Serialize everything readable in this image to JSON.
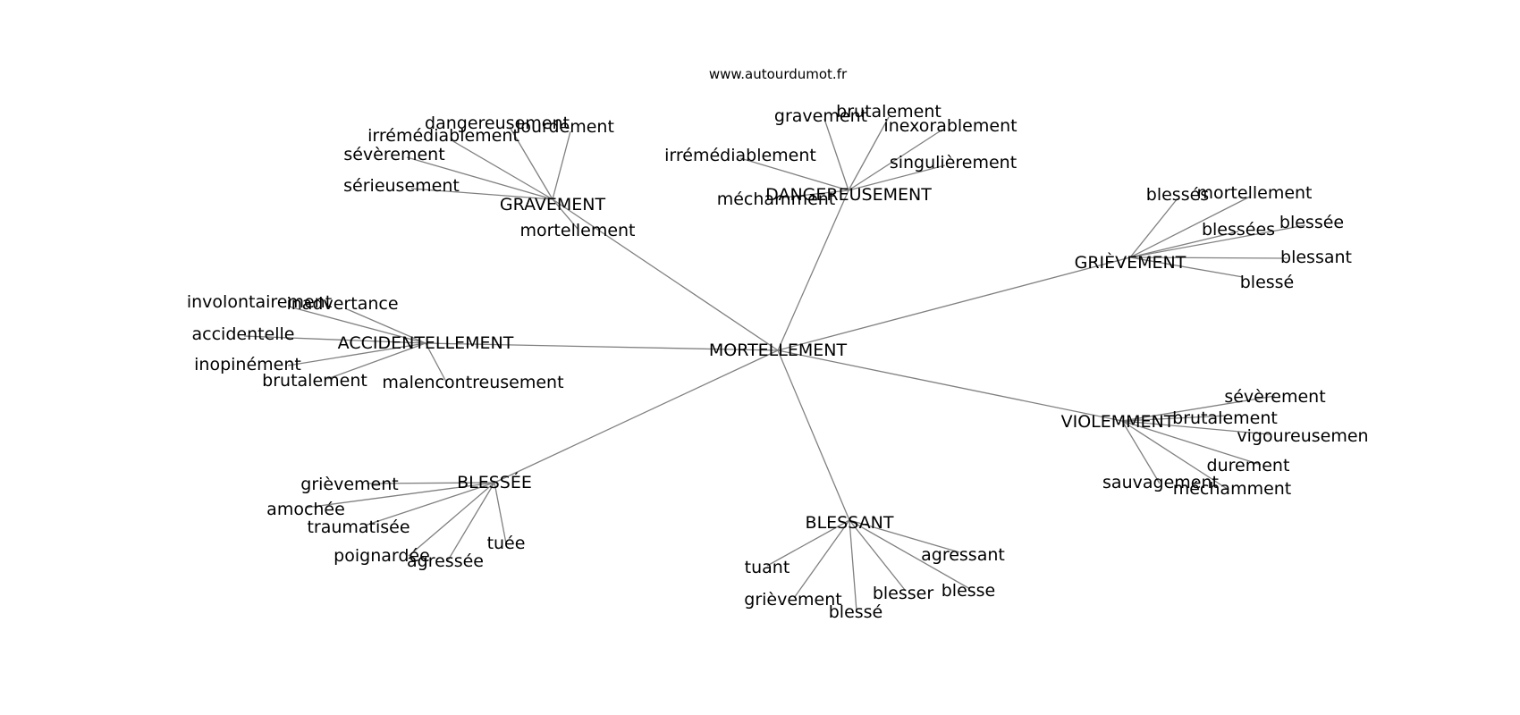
{
  "site": "www.autourdumot.fr",
  "center": "MORTELLEMENT",
  "edge_color": "#808080",
  "hubs": [
    {
      "key": "gravement",
      "label": "GRAVEMENT",
      "leaves": [
        "dangereusement",
        "lourdement",
        "irrémédiablement",
        "sévèrement",
        "sérieusement",
        "mortellement"
      ]
    },
    {
      "key": "dangereusement",
      "label": "DANGEREUSEMENT",
      "leaves": [
        "gravement",
        "brutalement",
        "inexorablement",
        "irrémédiablement",
        "singulièrement",
        "méchamment"
      ]
    },
    {
      "key": "grievement",
      "label": "GRIÈVEMENT",
      "leaves": [
        "blessés",
        "mortellement",
        "blessées",
        "blessée",
        "blessant",
        "blessé"
      ]
    },
    {
      "key": "accidentellement",
      "label": "ACCIDENTELLEMENT",
      "leaves": [
        "involontairement",
        "inadvertance",
        "accidentelle",
        "inopinément",
        "brutalement",
        "malencontreusement"
      ]
    },
    {
      "key": "violemment",
      "label": "VIOLEMMENT",
      "leaves": [
        "sévèrement",
        "brutalement",
        "vigoureusemen",
        "durement",
        "sauvagement",
        "méchamment"
      ]
    },
    {
      "key": "blessee",
      "label": "BLESSÉE",
      "leaves": [
        "grièvement",
        "amochée",
        "traumatisée",
        "poignardée",
        "agressée",
        "tuée"
      ]
    },
    {
      "key": "blessant",
      "label": "BLESSANT",
      "leaves": [
        "agressant",
        "tuant",
        "blesse",
        "blesser",
        "grièvement",
        "blessé"
      ]
    }
  ]
}
